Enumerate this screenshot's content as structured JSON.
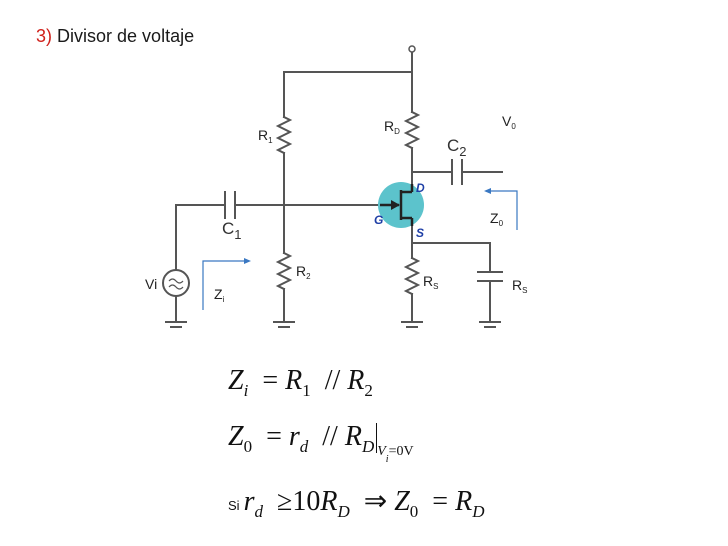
{
  "title": {
    "number": "3)",
    "text": "Divisor de voltaje"
  },
  "labels": {
    "r1": "R",
    "r1_sub": "1",
    "rd": "R",
    "rd_sub": "D",
    "c2": "C",
    "c2_sub": "2",
    "v0": "V",
    "v0_sub": "0",
    "c1": "C",
    "c1_sub": "1",
    "z0": "Z",
    "z0_sub": "0",
    "r2": "R",
    "r2_sub": "2",
    "rs": "R",
    "rs_sub": "S",
    "rs2": "R",
    "rs2_sub": "S",
    "vi": "Vi",
    "zi": "Z",
    "zi_sub": "i",
    "pin_d": "D",
    "pin_g": "G",
    "pin_s": "S"
  },
  "equations": {
    "eq1": {
      "lhs": "Z",
      "lhs_sub": "i",
      "r_a": "R",
      "r_a_sub": "1",
      "r_b": "R",
      "r_b_sub": "2"
    },
    "eq2": {
      "lhs": "Z",
      "lhs_sub": "0",
      "r_a": "r",
      "r_a_sub": "d",
      "r_b": "R",
      "r_b_sub": "D",
      "cond": "V",
      "cond_sub": "i",
      "cond_val": "=0V"
    },
    "eq3": {
      "prefix": "Si",
      "r_a": "r",
      "r_a_sub": "d",
      "ge": "≥10",
      "r_b": "R",
      "r_b_sub": "D",
      "z": "Z",
      "z_sub": "0",
      "r_c": "R",
      "r_c_sub": "D"
    }
  },
  "colors": {
    "wire": "#555555",
    "jfet_fill": "#5cc3cc",
    "pin_label": "#1f3fa6",
    "arrow": "#3a78c2",
    "title_number": "#d0201a"
  }
}
